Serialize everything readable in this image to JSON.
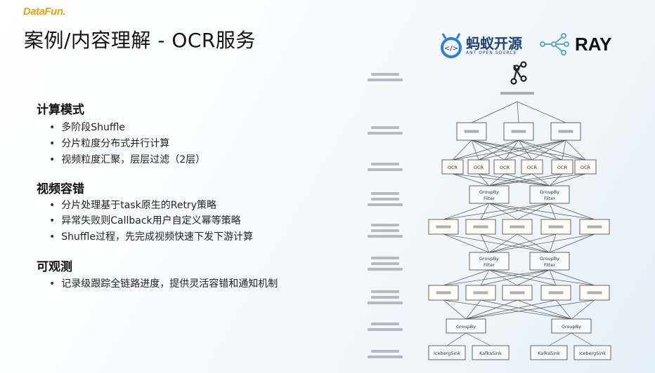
{
  "logo": "DataFun.",
  "title": "案例/内容理解 - OCR服务",
  "brands": {
    "ant_cn": "蚂蚁开源",
    "ant_en": "ANT OPEN SOURCE",
    "ray": "RAY"
  },
  "sections": [
    {
      "heading": "计算模式",
      "bullets": [
        "多阶段Shuffle",
        "分片粒度分布式并行计算",
        "视频粒度汇聚，层层过滤（2层）"
      ]
    },
    {
      "heading": "视频容错",
      "bullets": [
        "分片处理基于task原生的Retry策略",
        "异常失败则Callback用户自定义幂等策略",
        "Shuffle过程，先完成视频快速下发下游计算"
      ]
    },
    {
      "heading": "可观测",
      "bullets": [
        "记录级跟踪全链路进度，提供灵活容错和通知机制"
      ]
    }
  ],
  "diagram": {
    "ocr_label": "OCR",
    "groupby_filter": [
      "GroupBy",
      "Filter"
    ],
    "groupby": "GroupBy",
    "sinks": [
      "IcebergSink",
      "KafkaSink",
      "KafkaSink",
      "IcebergSink"
    ],
    "colors": {
      "box": "#fdfcf5",
      "border": "#555555",
      "line": "#555555"
    }
  }
}
